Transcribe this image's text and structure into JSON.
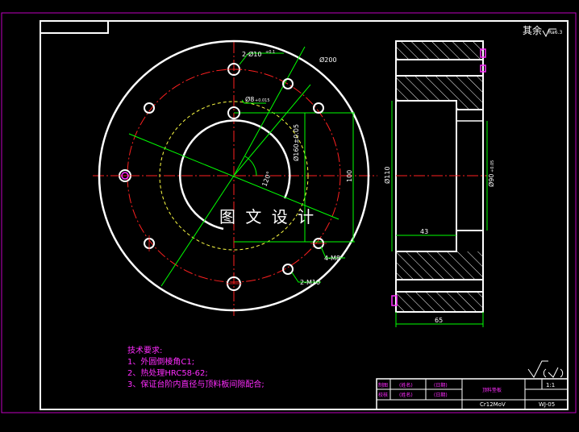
{
  "colors": {
    "background": "#000000",
    "outline": "#ffffff",
    "dimension": "#00ff00",
    "centerline": "#ff2020",
    "hidden": "#ffff44",
    "text": "#ff2cff",
    "border": "#c000c0"
  },
  "surface_note": {
    "prefix": "其余",
    "value": "Ra6.3"
  },
  "front_view": {
    "hole_callout": "2-Ø10",
    "hole_tol": "+0.1",
    "outer_dia": "Ø200",
    "bore_dia": "Ø8",
    "bore_tol": "+0.015",
    "pcd_dia": "Ø160±0.05",
    "pitch_dia": "100",
    "angle": "120°",
    "thread_a": "4-M8",
    "thread_b": "2-M10"
  },
  "watermark": "图 文 设 计",
  "section_view": {
    "outer_dia": "Ø110",
    "inner_dia": "Ø90",
    "inner_tol": "+0.05",
    "step_len": "43",
    "total_len": "65"
  },
  "tech_requirements": {
    "title": "技术要求:",
    "items": [
      "1、外圆倒棱角C1;",
      "2、热处理HRC58-62;",
      "3、保证台阶内直径与顶料板间隙配合;"
    ]
  },
  "title_block": {
    "row1": [
      "制图",
      "(姓名)",
      "(日期)"
    ],
    "row2": [
      "校核",
      "(姓名)",
      "(日期)"
    ],
    "part_name": "顶料垫板",
    "material": "Cr12MoV",
    "scale": "1:1",
    "drawing_no": "WJ-05"
  }
}
